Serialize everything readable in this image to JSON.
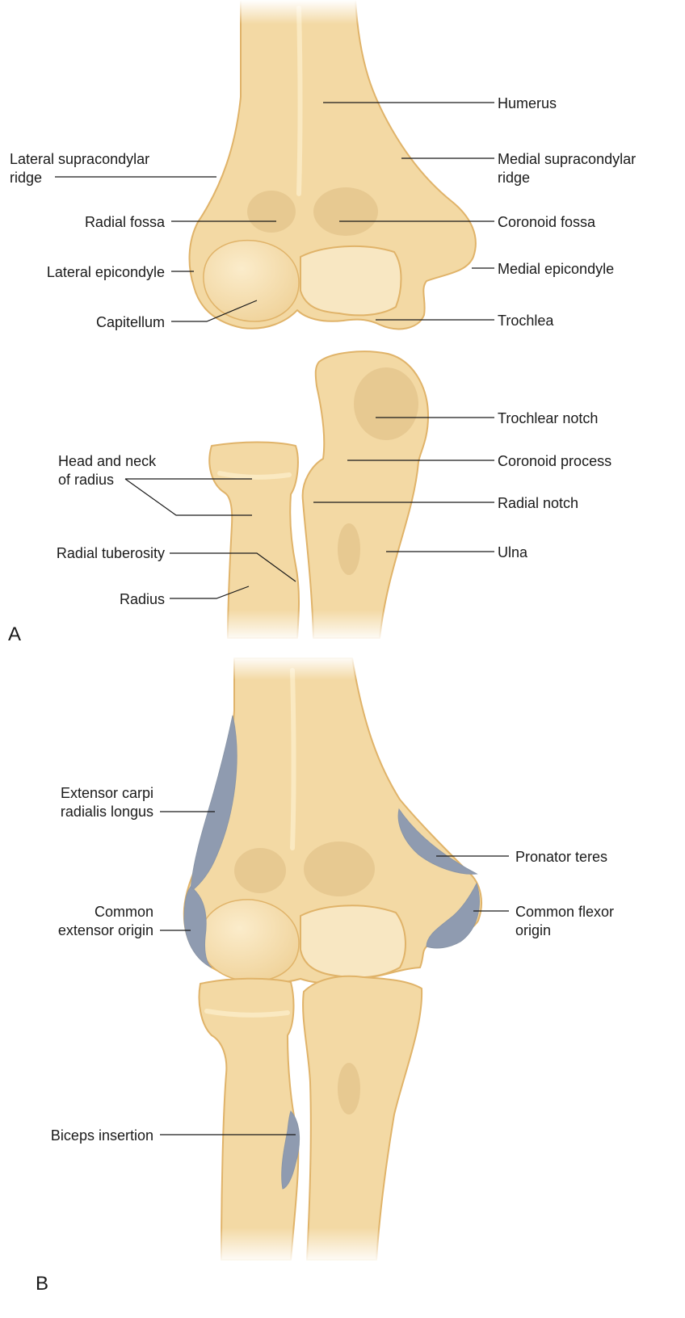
{
  "colors": {
    "bone_fill": "#f3d9a4",
    "bone_light": "#f8e7c2",
    "bone_outline": "#e0b369",
    "muscle_attachment": "#8f9bb0",
    "text": "#1a1a1a"
  },
  "panel_a": {
    "letter": "A",
    "labels": {
      "humerus": "Humerus",
      "medial_supracondylar_1": "Medial supracondylar",
      "medial_supracondylar_2": "ridge",
      "lateral_supracondylar_1": "Lateral supracondylar",
      "lateral_supracondylar_2": "ridge",
      "radial_fossa": "Radial fossa",
      "coronoid_fossa": "Coronoid fossa",
      "lateral_epicondyle": "Lateral epicondyle",
      "medial_epicondyle": "Medial epicondyle",
      "capitellum": "Capitellum",
      "trochlea": "Trochlea",
      "trochlear_notch": "Trochlear notch",
      "head_neck_radius_1": "Head and neck",
      "head_neck_radius_2": "of radius",
      "coronoid_process": "Coronoid process",
      "radial_notch": "Radial notch",
      "radial_tuberosity": "Radial tuberosity",
      "ulna": "Ulna",
      "radius": "Radius"
    }
  },
  "panel_b": {
    "letter": "B",
    "labels": {
      "ecrl_1": "Extensor carpi",
      "ecrl_2": "radialis longus",
      "pronator_teres": "Pronator teres",
      "common_extensor_1": "Common",
      "common_extensor_2": "extensor origin",
      "common_flexor_1": "Common flexor",
      "common_flexor_2": "origin",
      "biceps_insertion": "Biceps insertion"
    }
  }
}
